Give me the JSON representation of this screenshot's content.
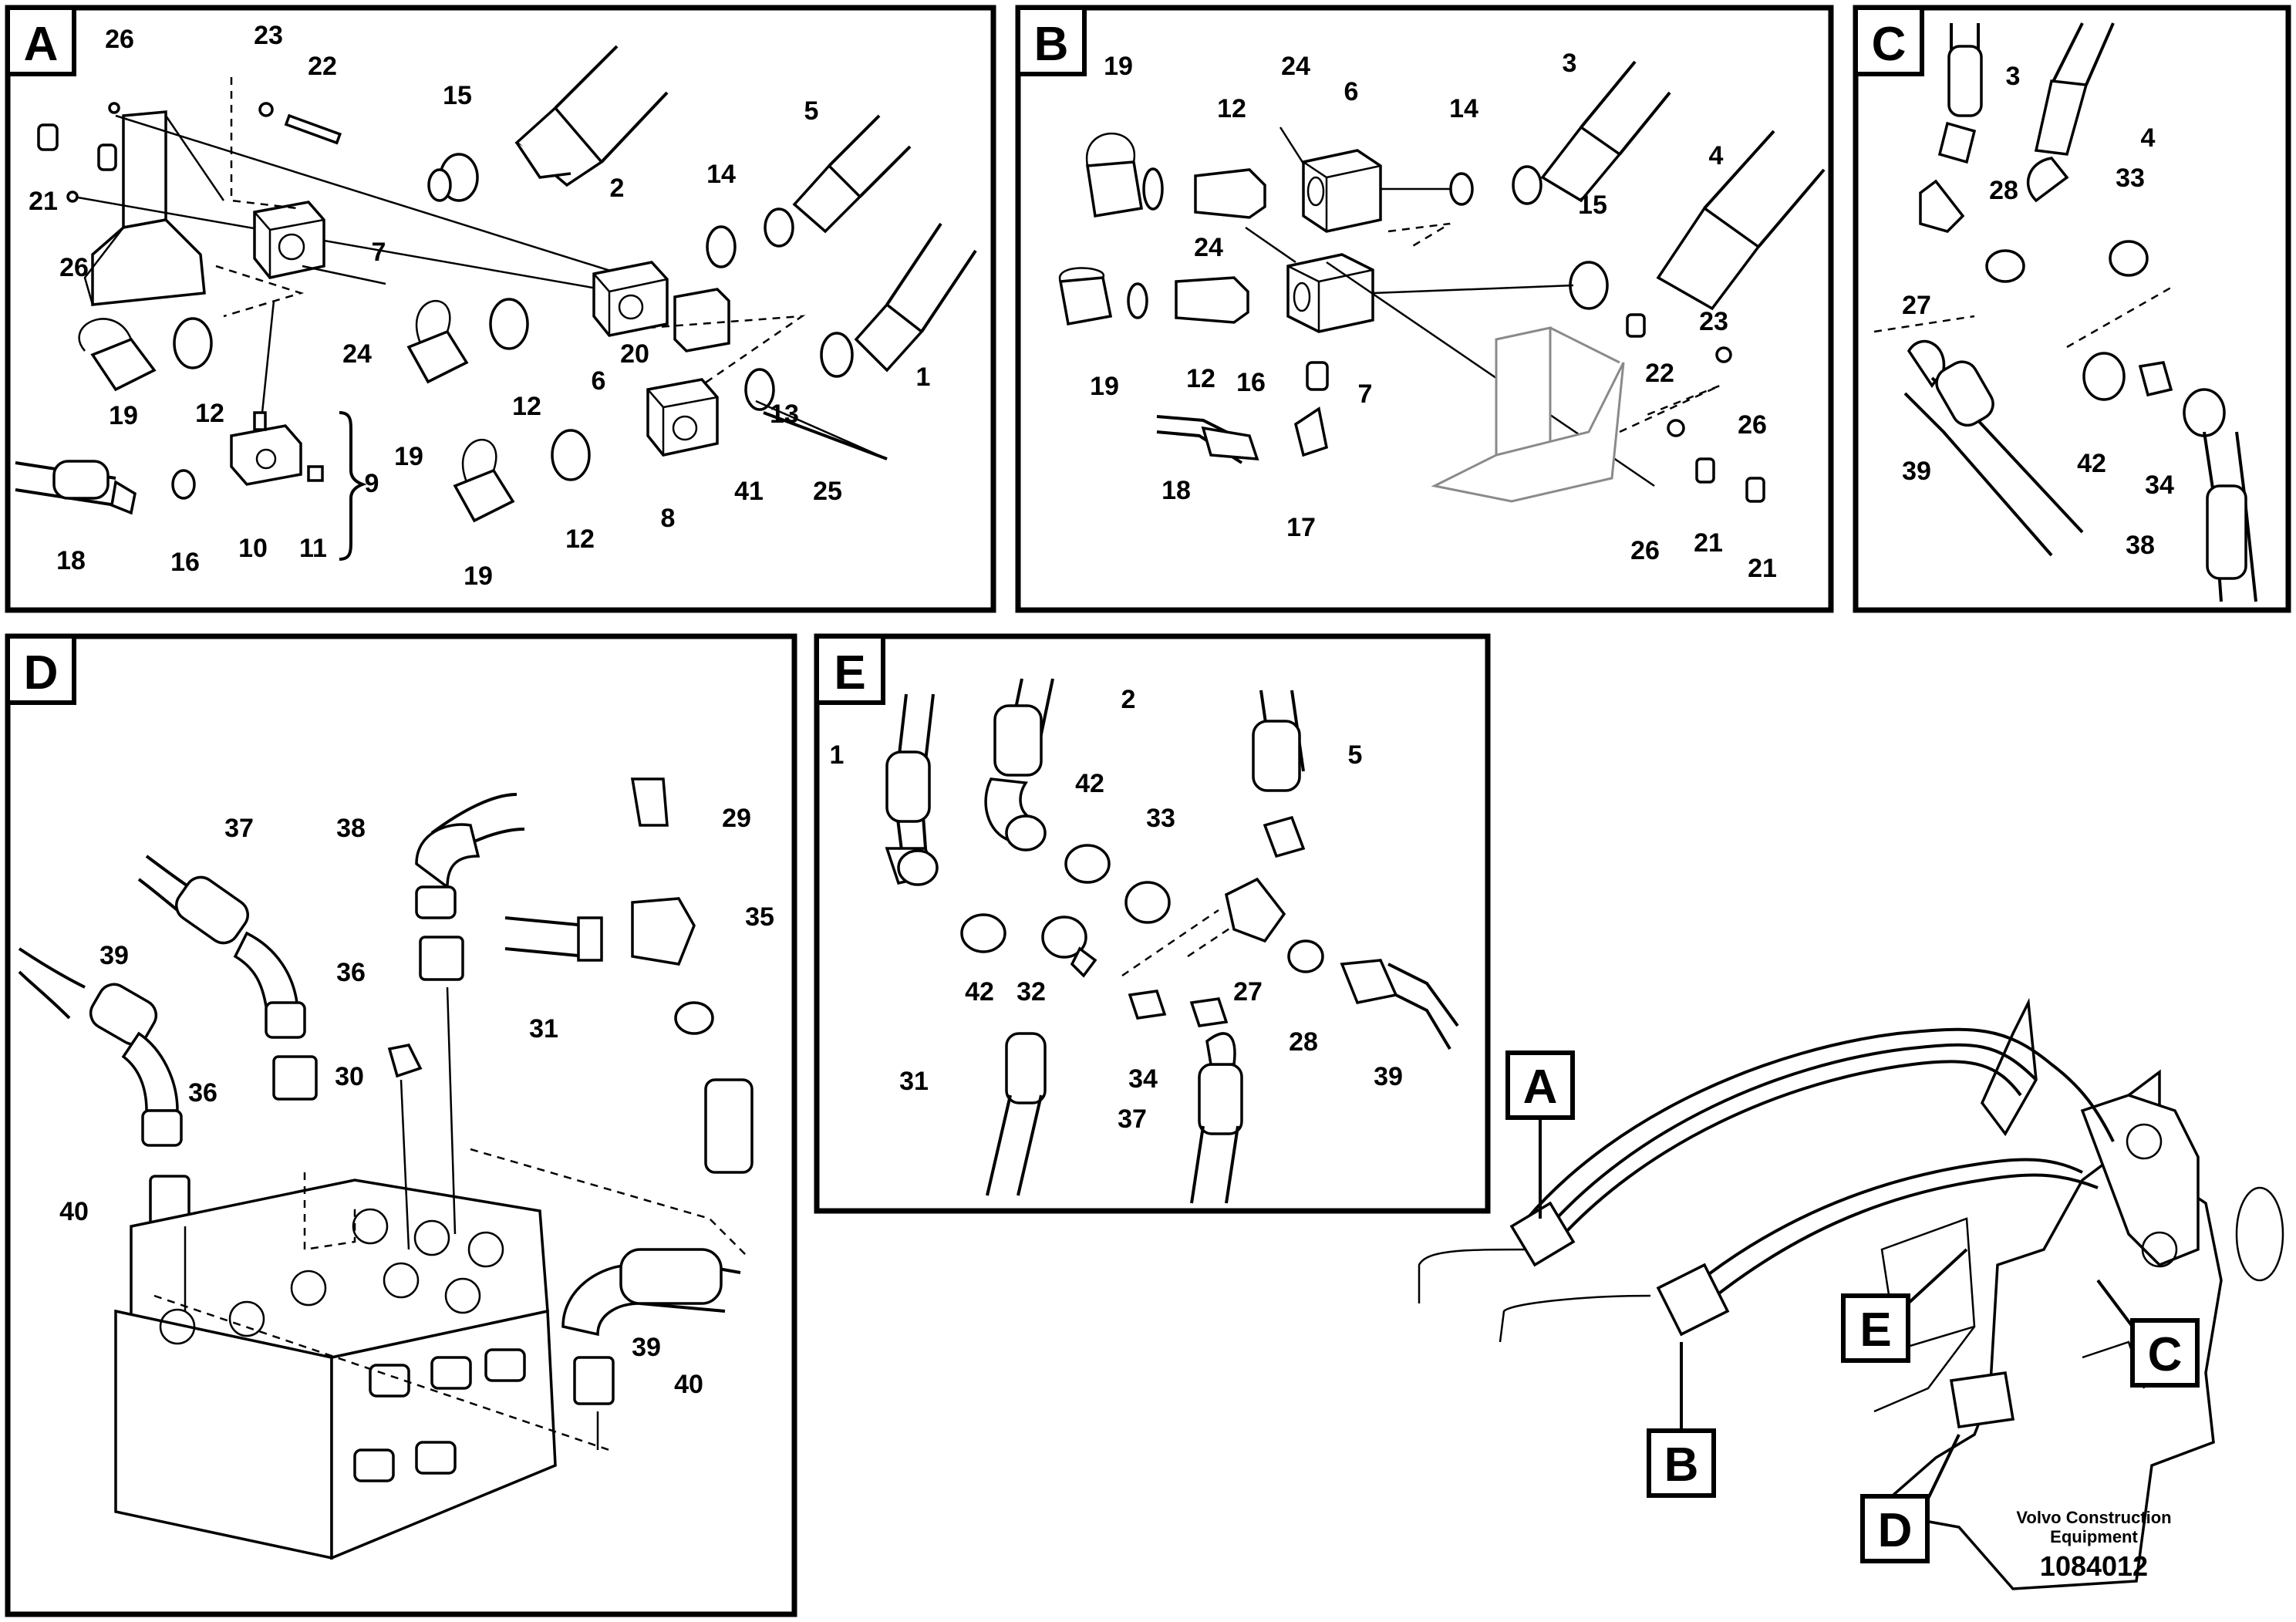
{
  "diagram": {
    "panels": [
      "A",
      "B",
      "C",
      "D",
      "E"
    ],
    "overview_callouts": [
      "A",
      "B",
      "C",
      "D",
      "E"
    ],
    "brand": "Volvo Construction Equipment",
    "brand_line1": "Volvo Construction",
    "brand_line2": "Equipment",
    "document_number": "1084012",
    "panel_A_labels": [
      "26",
      "23",
      "22",
      "15",
      "2",
      "21",
      "26",
      "7",
      "14",
      "5",
      "24",
      "20",
      "1",
      "19",
      "12",
      "19",
      "12",
      "6",
      "13",
      "41",
      "25",
      "18",
      "16",
      "10",
      "11",
      "9",
      "19",
      "12",
      "8"
    ],
    "panel_B_labels": [
      "19",
      "12",
      "24",
      "6",
      "14",
      "3",
      "4",
      "24",
      "15",
      "19",
      "12",
      "16",
      "7",
      "23",
      "22",
      "26",
      "18",
      "17",
      "26",
      "21",
      "21"
    ],
    "panel_C_labels": [
      "3",
      "4",
      "28",
      "33",
      "27",
      "39",
      "42",
      "34",
      "38"
    ],
    "panel_D_labels": [
      "37",
      "38",
      "29",
      "39",
      "35",
      "36",
      "31",
      "36",
      "30",
      "40",
      "39",
      "40"
    ],
    "panel_E_labels": [
      "2",
      "1",
      "5",
      "42",
      "33",
      "42",
      "32",
      "27",
      "28",
      "39",
      "31",
      "34",
      "37"
    ]
  }
}
